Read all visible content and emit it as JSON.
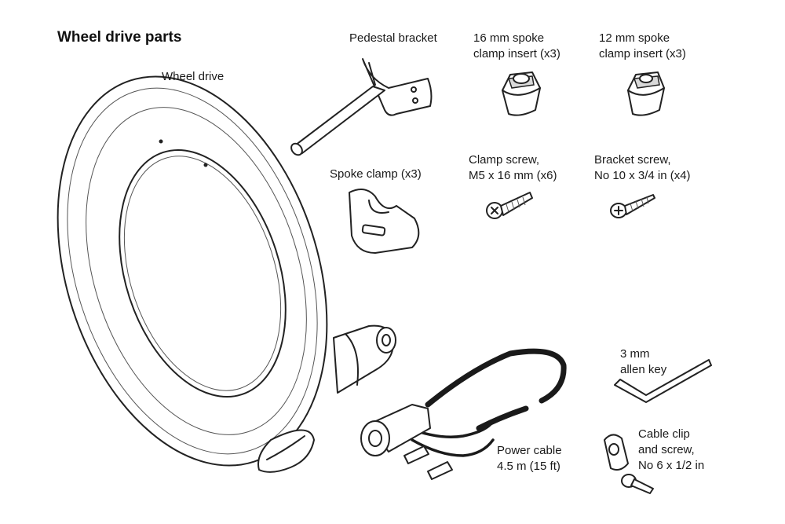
{
  "title": "Wheel drive parts",
  "labels": {
    "wheel_drive": "Wheel drive",
    "pedestal_bracket": "Pedestal bracket",
    "insert16_line1": "16 mm spoke",
    "insert16_line2": "clamp insert (x3)",
    "insert12_line1": "12 mm spoke",
    "insert12_line2": "clamp insert (x3)",
    "spoke_clamp": "Spoke clamp (x3)",
    "clamp_screw_line1": "Clamp screw,",
    "clamp_screw_line2": "M5 x 16 mm (x6)",
    "bracket_screw_line1": "Bracket screw,",
    "bracket_screw_line2": "No 10 x 3/4 in (x4)",
    "allen_key_line1": "3 mm",
    "allen_key_line2": "allen key",
    "power_cable_line1": "Power cable",
    "power_cable_line2": "4.5 m (15 ft)",
    "cable_clip_line1": "Cable clip",
    "cable_clip_line2": "and screw,",
    "cable_clip_line3": "No 6 x 1/2 in"
  },
  "icons": [
    "wheel-drive-icon",
    "pedestal-bracket-icon",
    "spoke-clamp-insert-16mm-icon",
    "spoke-clamp-insert-12mm-icon",
    "spoke-clamp-icon",
    "clamp-screw-icon",
    "bracket-screw-icon",
    "allen-key-icon",
    "power-cable-icon",
    "cable-clip-icon"
  ]
}
